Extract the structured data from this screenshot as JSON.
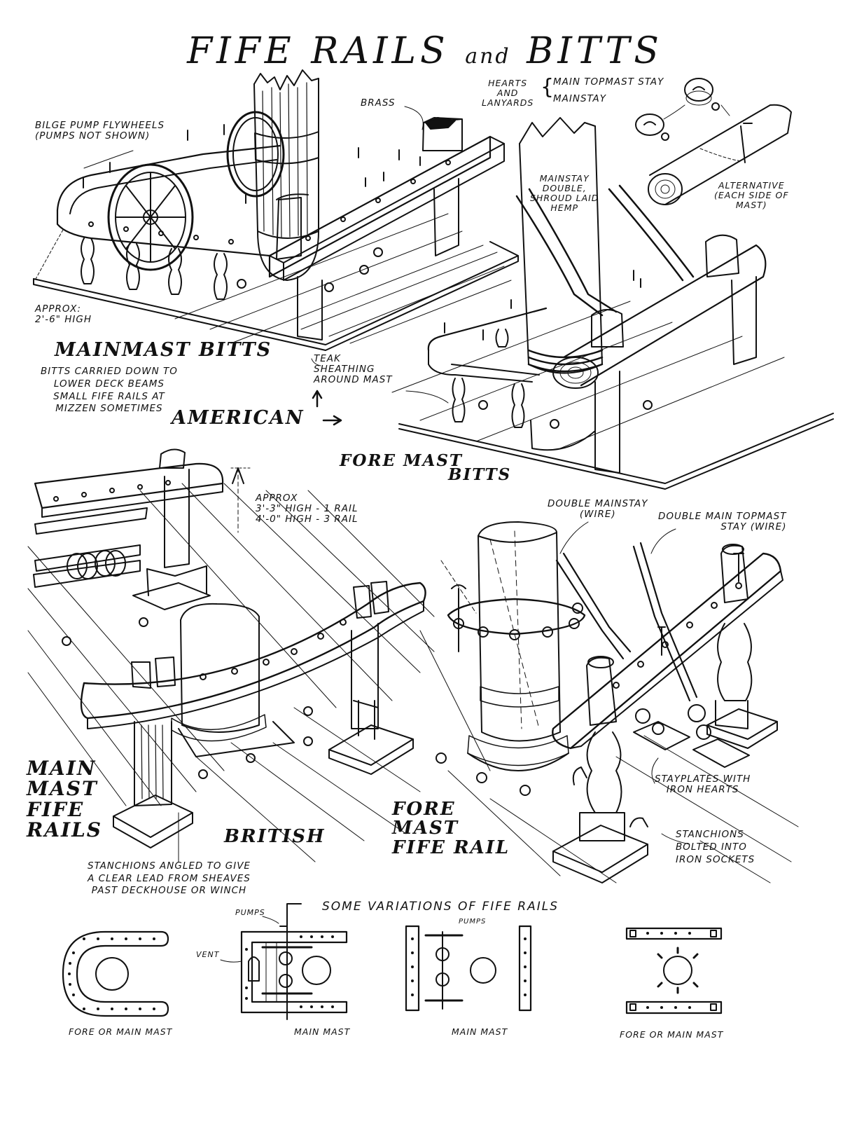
{
  "title": {
    "main_left": "FIFE RAILS",
    "conj": "and",
    "main_right": "BITTS"
  },
  "american": {
    "section_label": "AMERICAN",
    "mainmast_title": "MAINMAST BITTS",
    "mainmast_note": "BITTS CARRIED DOWN TO\nLOWER DECK BEAMS\nSMALL FIFE RAILS AT\nMIZZEN SOMETIMES",
    "bilge_pump": "BILGE PUMP FLYWHEELS\n(PUMPS NOT SHOWN)",
    "brass": "BRASS",
    "approx_height": "APPROX:\n2'-6\" HIGH",
    "teak": "TEAK\nSHEATHING\nAROUND MAST",
    "hearts": "HEARTS\nAND\nLANYARDS",
    "main_topmast_stay": "MAIN TOPMAST STAY",
    "mainstay": "MAINSTAY",
    "mainstay_hemp": "MAINSTAY\nDOUBLE,\nSHROUD LAID\nHEMP",
    "alternative": "ALTERNATIVE\n(EACH SIDE OF\nMAST)",
    "foremast_title_1": "FORE MAST",
    "foremast_title_2": "BITTS"
  },
  "british": {
    "section_label": "BRITISH",
    "approx": "APPROX\n3'-3\" HIGH - 1 RAIL\n4'-0\" HIGH - 3 RAIL",
    "mainmast_title": "MAIN\nMAST\nFIFE\nRAILS",
    "stanchions_angled": "STANCHIONS ANGLED TO GIVE\nA CLEAR LEAD FROM SHEAVES\nPAST DECKHOUSE OR WINCH",
    "double_mainstay": "DOUBLE MAINSTAY\n(WIRE)",
    "double_topmast": "DOUBLE MAIN TOPMAST\nSTAY (WIRE)",
    "stayplates": "STAYPLATES WITH\nIRON HEARTS",
    "stanchions_bolted": "STANCHIONS\nBOLTED INTO\nIRON SOCKETS",
    "foremast_title": "FORE\nMAST\nFIFE RAIL"
  },
  "variations": {
    "heading": "SOME VARIATIONS OF FIFE RAILS",
    "pumps_1": "PUMPS",
    "pumps_2": "PUMPS",
    "vent": "VENT",
    "captions": [
      "FORE OR MAIN MAST",
      "MAIN MAST",
      "MAIN MAST",
      "FORE OR MAIN MAST"
    ]
  },
  "colors": {
    "ink": "#111111",
    "paper": "#ffffff"
  }
}
